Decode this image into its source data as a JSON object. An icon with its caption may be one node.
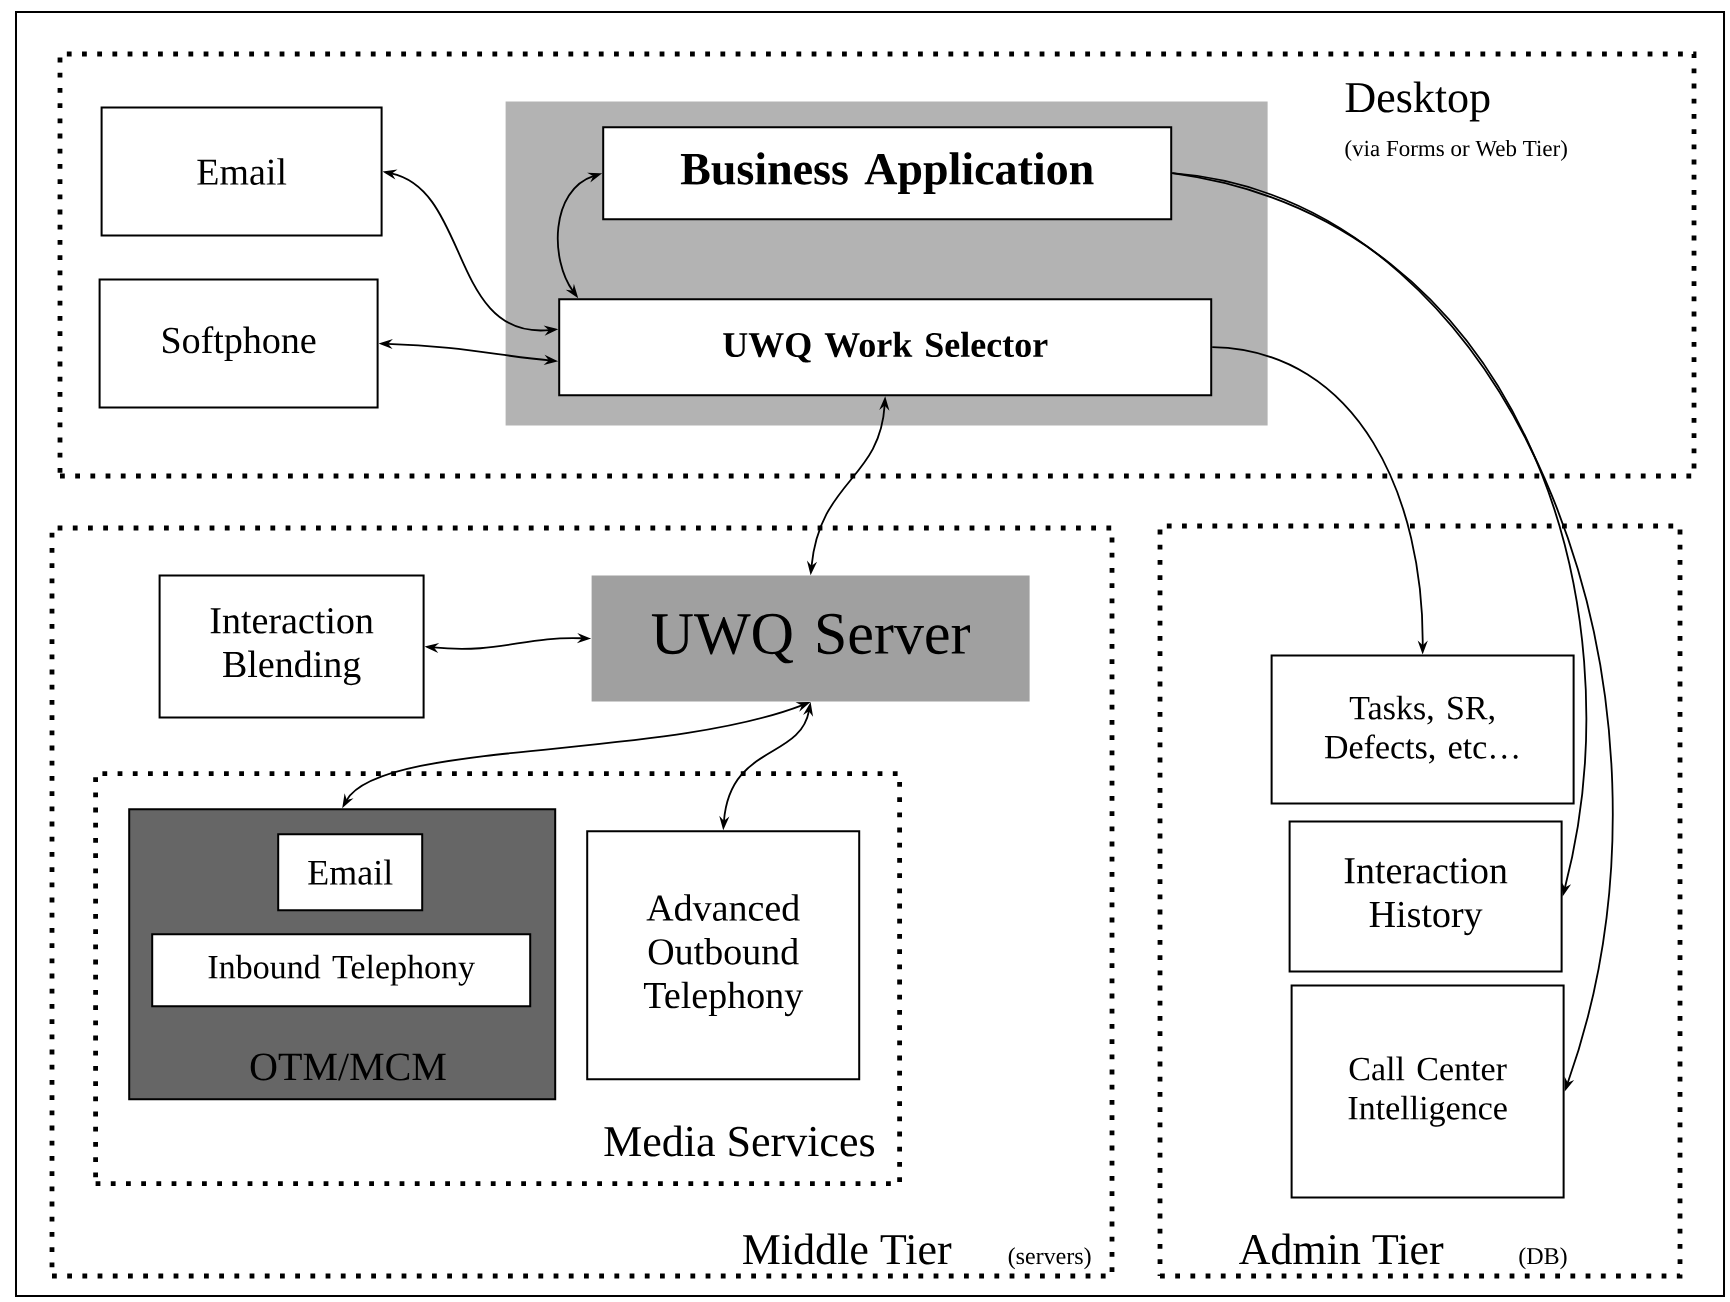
{
  "diagram": {
    "nodes": [
      {
        "text": [
          "Desktop",
          "(via Forms or Web Tier)"
        ]
      },
      {
        "text": [
          "Email"
        ],
        "in": 0
      },
      {
        "text": [
          "Softphone"
        ],
        "in": 0
      },
      {
        "text": [],
        "shape": "box",
        "in": 0
      },
      {
        "text": [
          "Business Application"
        ],
        "in": 3
      },
      {
        "text": [
          "UWQ Work Selector"
        ],
        "in": 3
      },
      {
        "text": [
          "Middle Tier",
          "(servers)"
        ]
      },
      {
        "text": [
          "Interaction Blending"
        ],
        "in": 6
      },
      {
        "text": [
          "UWQ Server"
        ],
        "in": 6
      },
      {
        "text": [
          "Media Services"
        ],
        "in": 6
      },
      {
        "text": [
          "OTM/MCM"
        ],
        "in": 9
      },
      {
        "text": [
          "Email"
        ],
        "in": 10
      },
      {
        "text": [
          "Inbound Telephony"
        ],
        "in": 10
      },
      {
        "text": [
          "Advanced Outbound Telephony"
        ],
        "in": 9
      },
      {
        "text": [
          "Admin Tier",
          "(DB)"
        ]
      },
      {
        "text": [
          "Tasks, SR, Defects, etc…"
        ],
        "in": 14
      },
      {
        "text": [
          "Interaction History"
        ],
        "in": 14
      },
      {
        "text": [
          "Call Center Intelligence"
        ],
        "in": 14
      }
    ],
    "edges": [
      {
        "from": 1,
        "to": 5,
        "arrow": "both"
      },
      {
        "from": 2,
        "to": 5,
        "arrow": "both"
      },
      {
        "from": 5,
        "to": 4,
        "arrow": "both"
      },
      {
        "from": 5,
        "to": 8,
        "arrow": "both"
      },
      {
        "from": 7,
        "to": 8,
        "arrow": "both"
      },
      {
        "from": 8,
        "to": 10,
        "arrow": "both"
      },
      {
        "from": 8,
        "to": 13,
        "arrow": "both"
      },
      {
        "from": 5,
        "to": 15,
        "arrow": "to"
      },
      {
        "from": 4,
        "to": 16,
        "arrow": "to"
      },
      {
        "from": 4,
        "to": 17,
        "arrow": "to"
      }
    ]
  }
}
